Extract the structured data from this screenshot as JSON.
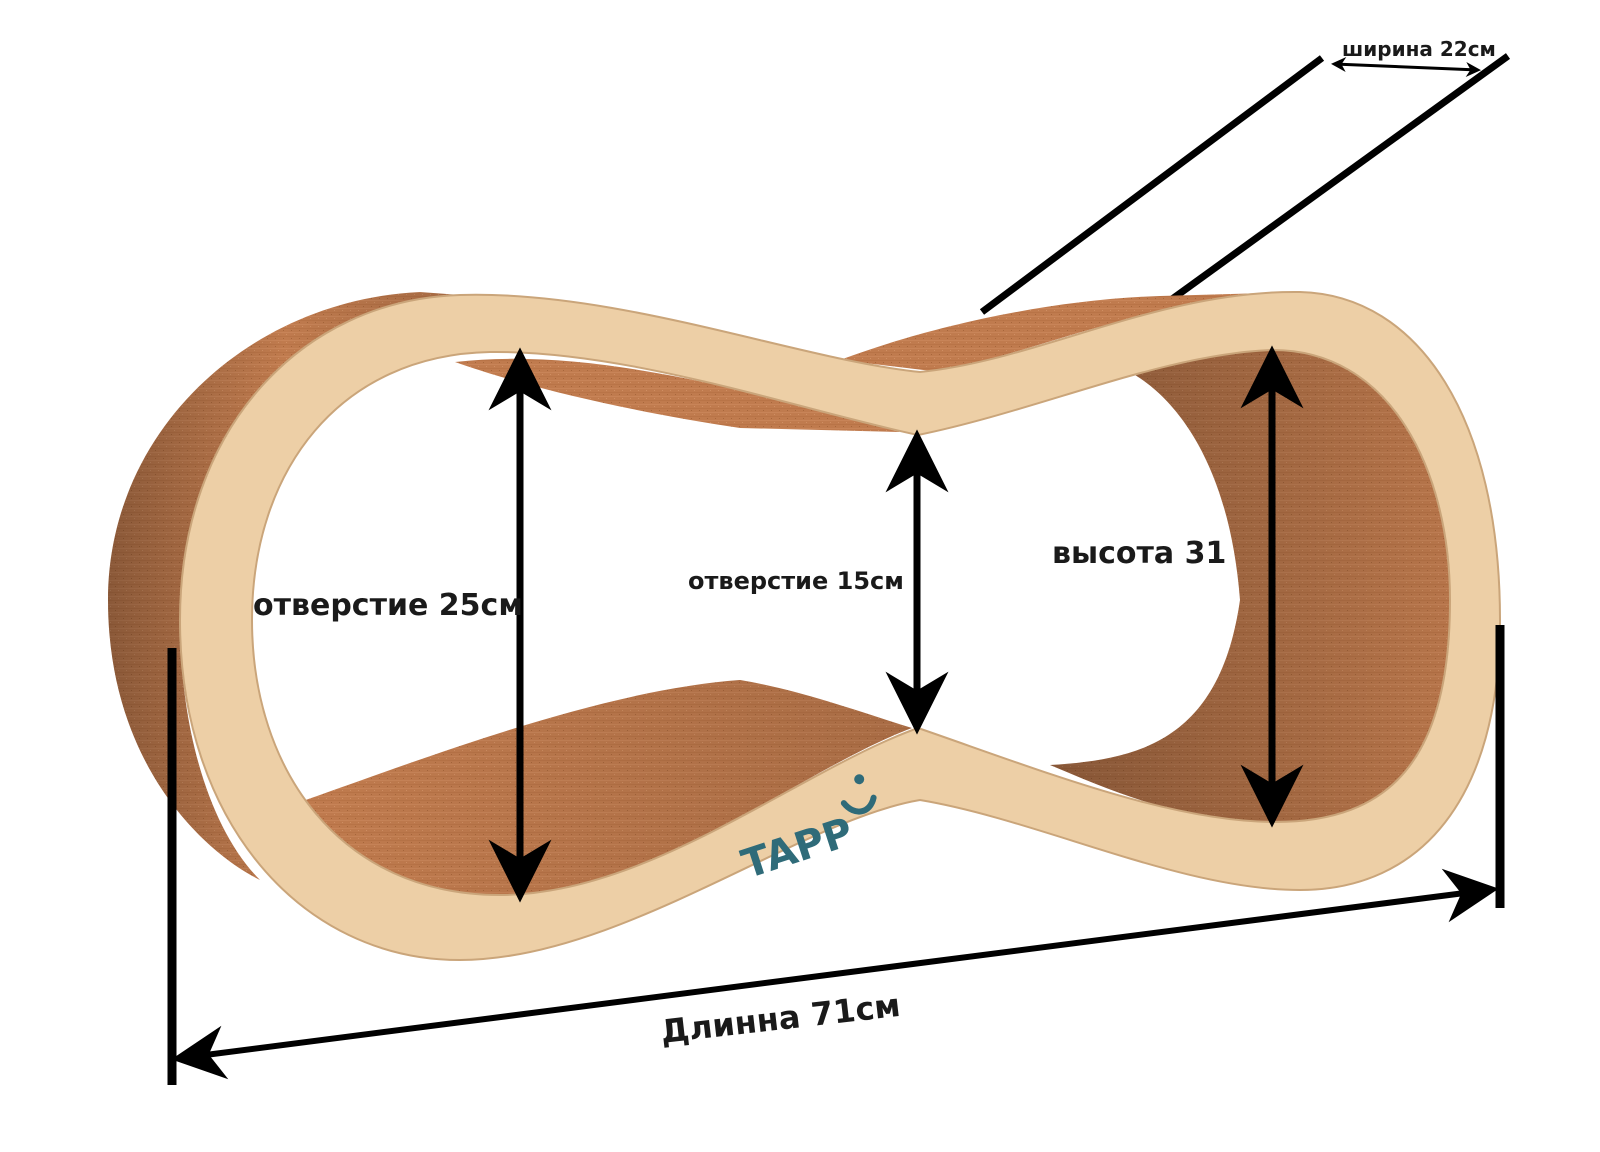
{
  "brand": {
    "name": "TAPP",
    "color": "#2f6b79"
  },
  "colors": {
    "frame": "#edcfa6",
    "frame_edge": "#caa57a",
    "cardboard": "#c07b4e",
    "cardboard_dark": "#9c5b32",
    "cardboard_light": "#d9976a",
    "dimension_line": "#000000"
  },
  "dimensions": {
    "width_label": "ширина 22см",
    "left_opening_label": "отверстие 25см",
    "center_opening_label": "отверстие 15см",
    "height_label": "высота 31",
    "length_label": "Длинна 71см"
  }
}
